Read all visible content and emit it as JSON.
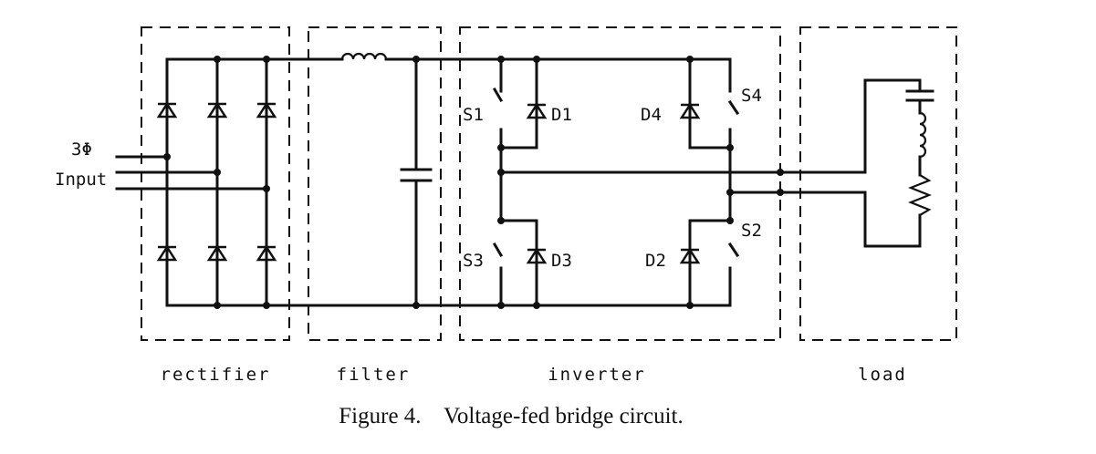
{
  "input_label_line1": "3Φ",
  "input_label_line2": "Input",
  "components": {
    "s1": "S1",
    "d1": "D1",
    "d4": "D4",
    "s4": "S4",
    "s3": "S3",
    "d3": "D3",
    "d2": "D2",
    "s2": "S2"
  },
  "sections": {
    "rectifier": "rectifier",
    "filter": "filter",
    "inverter": "inverter",
    "load": "load"
  },
  "caption": "Figure 4.    Voltage-fed bridge circuit."
}
